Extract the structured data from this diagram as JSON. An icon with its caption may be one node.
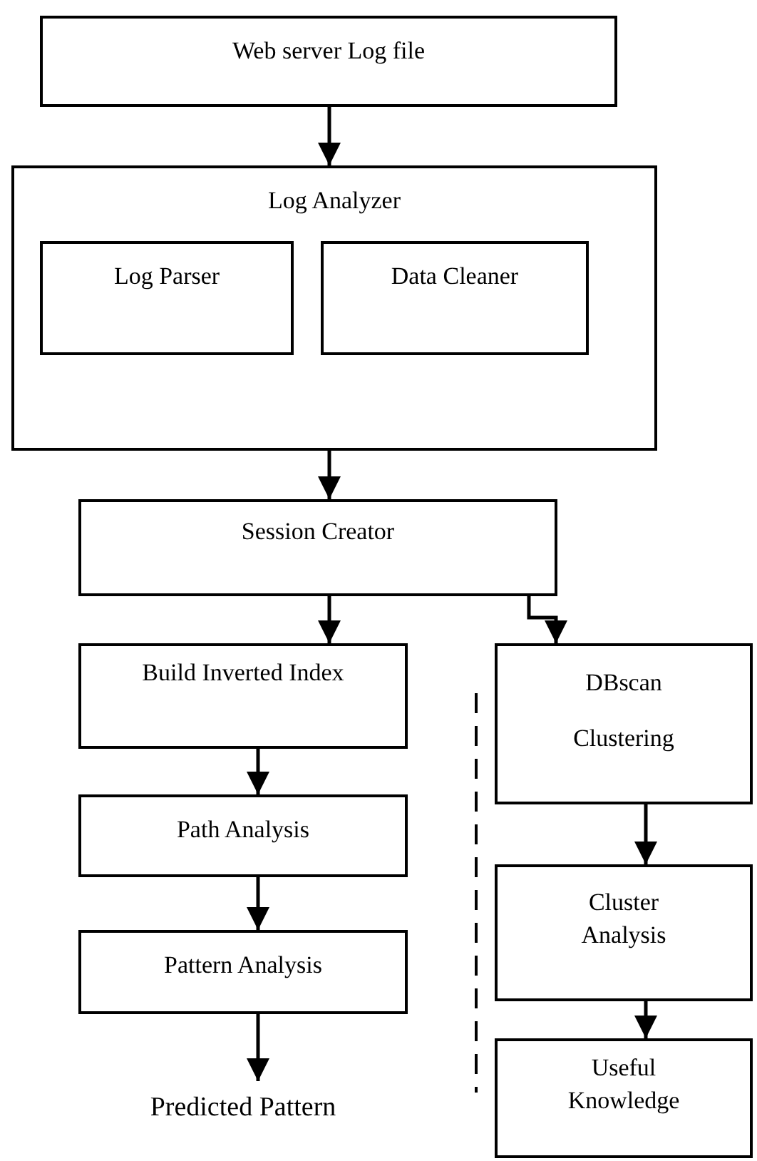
{
  "diagram": {
    "nodes": [
      {
        "text": [
          "Web server Log file"
        ]
      },
      {
        "text": [
          "Log Analyzer"
        ]
      },
      {
        "text": [
          "Log Parser"
        ],
        "in": 1
      },
      {
        "text": [
          "Data Cleaner"
        ],
        "in": 1
      },
      {
        "text": [
          "Session Creator"
        ]
      },
      {
        "text": [
          "Build Inverted Index"
        ]
      },
      {
        "text": [
          "DBscan Clustering"
        ]
      },
      {
        "text": [
          "Path Analysis"
        ]
      },
      {
        "text": [
          "Pattern Analysis"
        ]
      },
      {
        "text": [
          "Predicted Pattern"
        ]
      },
      {
        "text": [
          "Cluster Analysis"
        ]
      },
      {
        "text": [
          "Useful Knowledge"
        ]
      }
    ],
    "edges": [
      {
        "from": 0,
        "to": 1,
        "arrow": "to"
      },
      {
        "from": 1,
        "to": 4,
        "arrow": "to"
      },
      {
        "from": 4,
        "to": 5,
        "arrow": "to"
      },
      {
        "from": 4,
        "to": 6,
        "arrow": "to"
      },
      {
        "from": 5,
        "to": 7,
        "arrow": "to"
      },
      {
        "from": 7,
        "to": 8,
        "arrow": "to"
      },
      {
        "from": 8,
        "to": 9,
        "arrow": "to"
      },
      {
        "from": 6,
        "to": 10,
        "arrow": "to"
      },
      {
        "from": 10,
        "to": 11,
        "arrow": "to"
      }
    ]
  }
}
